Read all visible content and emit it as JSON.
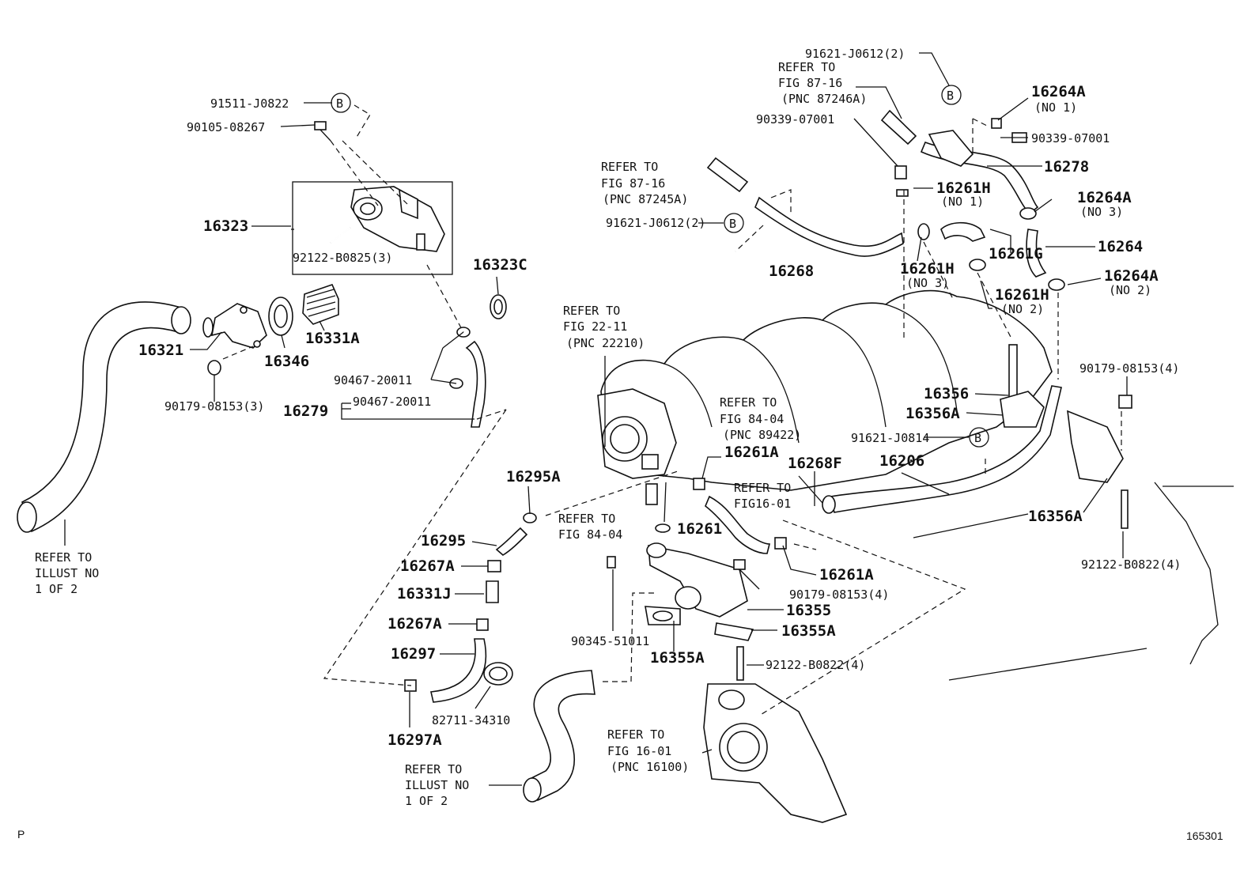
{
  "labels": {
    "p91511_J0822": "91511-J0822",
    "p90105_08267": "90105-08267",
    "p16323": "16323",
    "p92122_B0825": "92122-B0825(3)",
    "p16323C": "16323C",
    "p16321": "16321",
    "p16346": "16346",
    "p16331A": "16331A",
    "p90179_08153_3": "90179-08153(3)",
    "p90467_20011_a": "90467-20011",
    "p90467_20011_b": "90467-20011",
    "p16279": "16279",
    "p91621_J0612_top": "91621-J0612(2)",
    "p90339_07001_l": "90339-07001",
    "p90339_07001_r": "90339-07001",
    "p16264A_no1": "16264A",
    "p16278": "16278",
    "p16261H_no1": "16261H",
    "p16264A_no3": "16264A",
    "p91621_J0612_mid": "91621-J0612(2)",
    "p16268": "16268",
    "p16261G": "16261G",
    "p16264": "16264",
    "p16261H_no3": "16261H",
    "p16261H_no2": "16261H",
    "p16264A_no2": "16264A",
    "p90179_08153_4r": "90179-08153(4)",
    "p16356": "16356",
    "p16356A_1": "16356A",
    "p91621_J0814": "91621-J0814",
    "p16206": "16206",
    "p16268F": "16268F",
    "p16261A_1": "16261A",
    "p16295A": "16295A",
    "p16261": "16261",
    "p16356A_2": "16356A",
    "p92122_B0822_r": "92122-B0822(4)",
    "p16295": "16295",
    "p16267A_1": "16267A",
    "p16331J": "16331J",
    "p16267A_2": "16267A",
    "p16297": "16297",
    "p16261A_2": "16261A",
    "p90179_08153_4c": "90179-08153(4)",
    "p16355": "16355",
    "p16355A_1": "16355A",
    "p90345_51011": "90345-51011",
    "p16355A_2": "16355A",
    "p92122_B0822_c": "92122-B0822(4)",
    "p82711_34310": "82711-34310",
    "p16297A": "16297A"
  },
  "qualifiers": {
    "no1_a": "(NO 1)",
    "no1_b": "(NO 1)",
    "no3_a": "(NO 3)",
    "no3_b": "(NO 3)",
    "no2_a": "(NO 2)",
    "no2_b": "(NO 2)"
  },
  "callout_letter": "B",
  "notes": {
    "fig87_16_a": [
      "REFER TO",
      "FIG 87-16",
      "(PNC 87246A)"
    ],
    "fig87_16_b": [
      "REFER TO",
      "FIG 87-16",
      "(PNC 87245A)"
    ],
    "fig22_11": [
      "REFER TO",
      "FIG 22-11",
      "(PNC 22210)"
    ],
    "fig84_04_a": [
      "REFER TO",
      "FIG 84-04",
      "(PNC 89422)"
    ],
    "fig16_01_a": [
      "REFER TO",
      "FIG16-01"
    ],
    "fig84_04_b": [
      "REFER TO",
      "FIG 84-04"
    ],
    "fig16_01_b": [
      "REFER TO",
      "FIG 16-01",
      "(PNC 16100)"
    ],
    "illust_left": [
      "REFER TO",
      "ILLUST NO",
      "1 OF 2"
    ],
    "illust_bottom": [
      "REFER TO",
      "ILLUST NO",
      "1 OF 2"
    ]
  },
  "corner_left": "P",
  "corner_right": "165301"
}
